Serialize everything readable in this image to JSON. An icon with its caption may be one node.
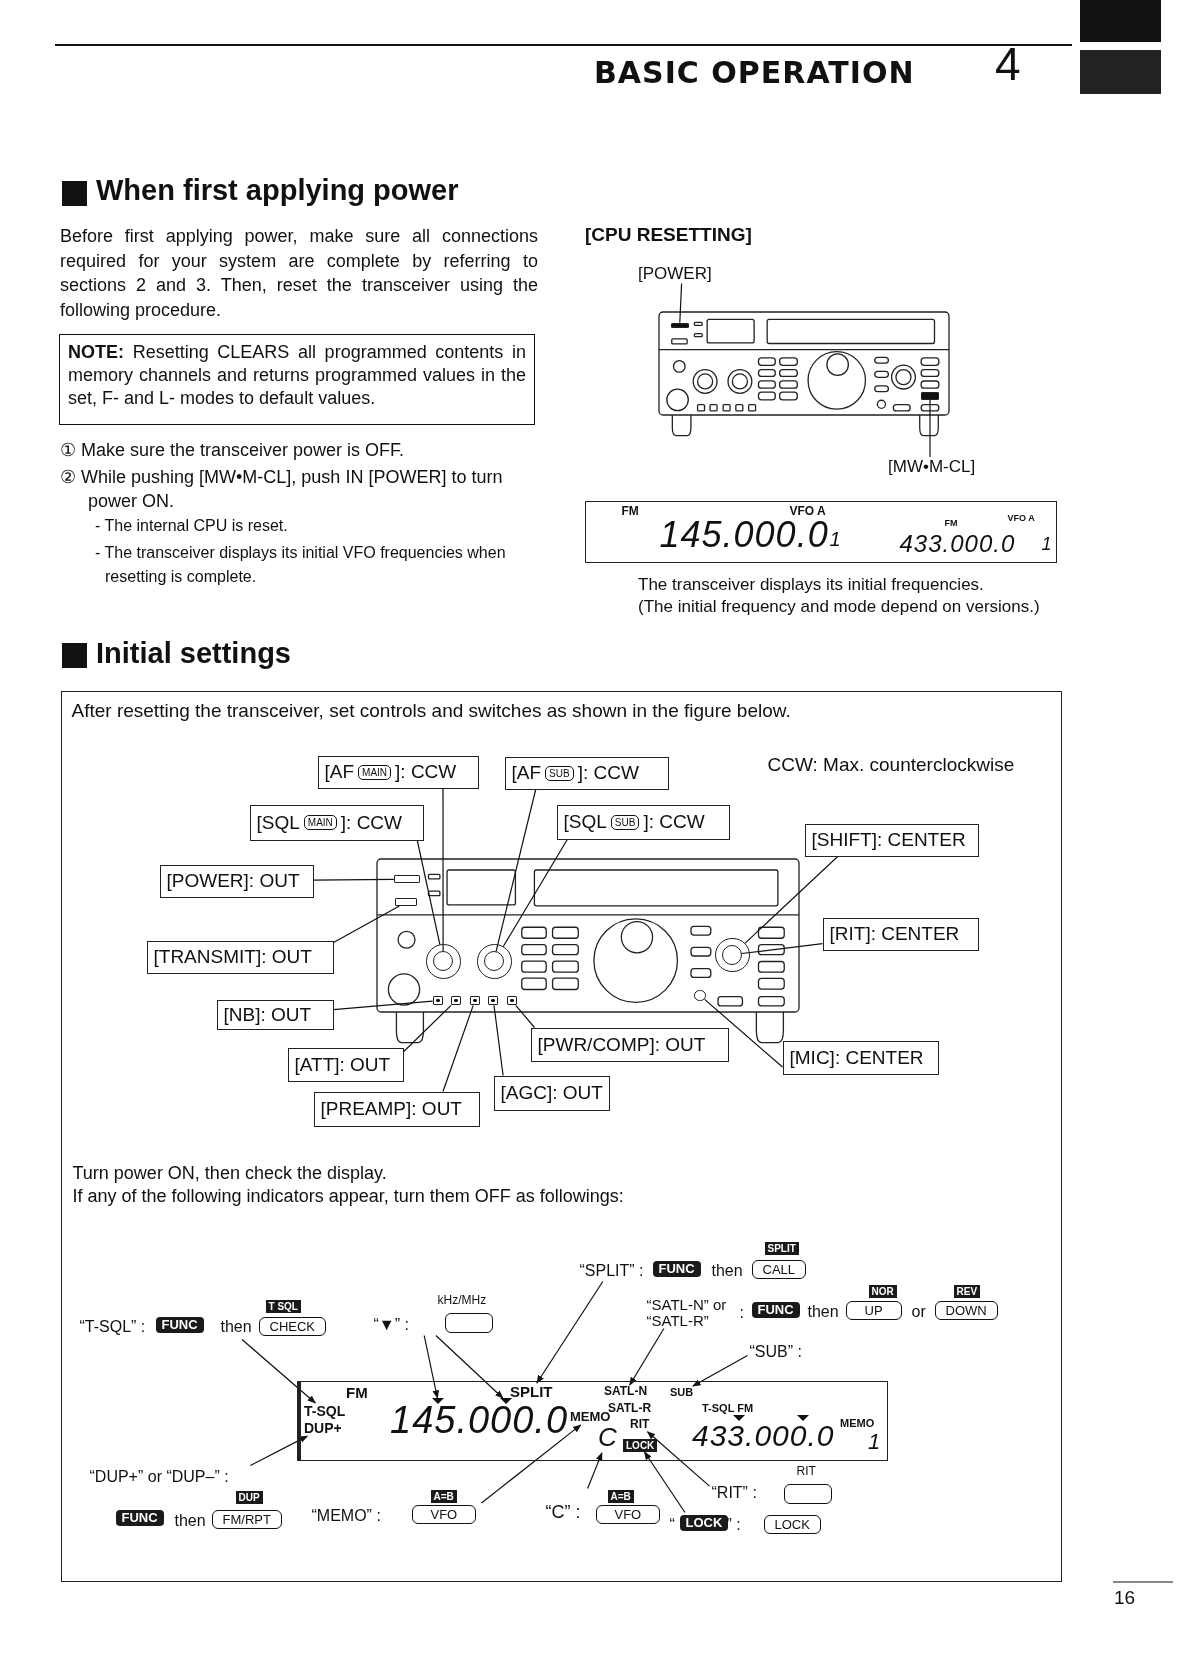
{
  "diagram": {
    "title": "BASIC OPERATION",
    "nodes": [
      {
        "text": [
          "**NOTE:** Resetting CLEARS all programmed contents in memory channels and returns programmed values in the set, F- and L- modes to default values."
        ]
      },
      {
        "text": [
          "[POWER]"
        ]
      },
      {
        "text": [],
        "shape": "box"
      },
      {
        "text": [],
        "shape": "box"
      },
      {
        "text": [
          "[MW•M-CL]"
        ]
      },
      {
        "text": [
          "FM",
          "VFO A",
          "145.000.0",
          "1",
          "FM",
          "VFO A",
          "433.000.0",
          "1"
        ]
      },
      {
        "text": [
          "After resetting the transceiver, set controls and switches as shown in the figure below.",
          "CCW: Max. counterclockwise",
          "Turn power ON, then check the display.",
          "If any of the following indicators appear, turn them OFF as followings:"
        ]
      },
      {
        "text": [
          "[AF",
          "MAIN",
          "]: CCW"
        ],
        "in": 6
      },
      {
        "text": [
          "[AF",
          "SUB",
          "]: CCW"
        ],
        "in": 6
      },
      {
        "text": [
          "[SQL",
          "MAIN",
          "]: CCW"
        ],
        "in": 6
      },
      {
        "text": [
          "[SQL",
          "SUB",
          "]: CCW"
        ],
        "in": 6
      },
      {
        "text": [
          "[SHIFT]: CENTER"
        ],
        "in": 6
      },
      {
        "text": [
          "[POWER]: OUT"
        ],
        "in": 6
      },
      {
        "text": [
          "[RIT]: CENTER"
        ],
        "in": 6
      },
      {
        "text": [
          "[TRANSMIT]: OUT"
        ],
        "in": 6
      },
      {
        "text": [
          "[NB]: OUT"
        ],
        "in": 6
      },
      {
        "text": [
          "[PWR/COMP]: OUT"
        ],
        "in": 6
      },
      {
        "text": [
          "[MIC]: CENTER"
        ],
        "in": 6
      },
      {
        "text": [
          "[ATT]: OUT"
        ],
        "in": 6
      },
      {
        "text": [
          "[AGC]: OUT"
        ],
        "in": 6
      },
      {
        "text": [
          "[PREAMP]: OUT"
        ],
        "in": 6
      },
      {
        "text": [],
        "shape": "box",
        "in": 6
      },
      {
        "text": [],
        "shape": "box",
        "in": 6
      },
      {
        "text": [],
        "shape": "circle",
        "in": 6
      },
      {
        "text": [],
        "shape": "circle",
        "in": 23
      },
      {
        "text": [],
        "shape": "circle",
        "in": 6
      },
      {
        "text": [],
        "shape": "circle",
        "in": 25
      },
      {
        "text": [],
        "shape": "circle",
        "in": 6
      },
      {
        "text": [],
        "shape": "circle",
        "in": 27
      },
      {
        "text": [],
        "shape": "box",
        "in": 6
      },
      {
        "text": [],
        "shape": "box",
        "in": 6
      },
      {
        "text": [],
        "shape": "box",
        "in": 6
      },
      {
        "text": [],
        "shape": "box",
        "in": 6
      },
      {
        "text": [],
        "shape": "box",
        "in": 6
      },
      {
        "text": [],
        "shape": "circle",
        "in": 6
      },
      {
        "text": [
          "T SQL",
          "“T-SQL” :",
          "FUNC",
          "then",
          "CHECK"
        ],
        "in": 6
      },
      {
        "text": [
          "kHz/MHz",
          "“▼” :"
        ],
        "in": 6
      },
      {
        "text": [
          "SPLIT",
          "“SPLIT” :",
          "FUNC",
          "then",
          "CALL"
        ],
        "in": 6
      },
      {
        "text": [
          "NOR",
          "REV",
          "“SATL-N” or “SATL-R”",
          ":",
          "FUNC",
          "then",
          "UP",
          "or",
          "DOWN"
        ],
        "in": 6
      },
      {
        "text": [
          "“SUB” :"
        ],
        "in": 6
      },
      {
        "text": [
          "FM",
          "145.000.0",
          "SATL-R",
          "T-SQL FM",
          "433.000.0",
          "MEMO",
          "1"
        ],
        "in": 6
      },
      {
        "text": [
          "T-SQL"
        ],
        "in": 40
      },
      {
        "text": [
          "DUP+"
        ],
        "in": 40
      },
      {
        "text": [],
        "shape": "triangle",
        "in": 40
      },
      {
        "text": [],
        "shape": "triangle",
        "in": 40
      },
      {
        "text": [
          "SPLIT"
        ],
        "in": 40
      },
      {
        "text": [
          "SATL-N"
        ],
        "in": 40
      },
      {
        "text": [
          "SUB"
        ],
        "in": 40
      },
      {
        "text": [
          "MEMO"
        ],
        "in": 40
      },
      {
        "text": [
          "RIT"
        ],
        "in": 40
      },
      {
        "text": [
          "C"
        ],
        "in": 40
      },
      {
        "text": [
          "LOCK"
        ],
        "in": 40
      },
      {
        "text": [
          "“DUP+” or “DUP–” :",
          "DUP",
          "FUNC",
          "then",
          "FM/RPT"
        ],
        "in": 6
      },
      {
        "text": [
          "RIT",
          "“RIT” :"
        ],
        "in": 6
      },
      {
        "text": [
          "A=B",
          "“MEMO” :",
          "VFO"
        ],
        "in": 6
      },
      {
        "text": [
          "“C” :",
          "A=B",
          "VFO"
        ],
        "in": 6
      },
      {
        "text": [
          "“",
          "LOCK",
          "” :",
          "LOCK"
        ],
        "in": 6
      }
    ],
    "edges": [
      {
        "from": 1,
        "to": 2,
        "arrow": "none"
      },
      {
        "from": 4,
        "to": 3,
        "arrow": "none"
      },
      {
        "from": 7,
        "to": 24,
        "arrow": "none"
      },
      {
        "from": 8,
        "to": 26,
        "arrow": "none"
      },
      {
        "from": 9,
        "to": 23,
        "arrow": "none"
      },
      {
        "from": 10,
        "to": 25,
        "arrow": "none"
      },
      {
        "from": 11,
        "to": 27,
        "arrow": "none"
      },
      {
        "from": 12,
        "to": 21,
        "arrow": "none"
      },
      {
        "from": 13,
        "to": 28,
        "arrow": "none"
      },
      {
        "from": 14,
        "to": 22,
        "arrow": "none"
      },
      {
        "from": 15,
        "to": 29,
        "arrow": "none"
      },
      {
        "from": 16,
        "to": 33,
        "arrow": "none"
      },
      {
        "from": 17,
        "to": 34,
        "arrow": "none"
      },
      {
        "from": 18,
        "to": 30,
        "arrow": "none"
      },
      {
        "from": 19,
        "to": 32,
        "arrow": "none"
      },
      {
        "from": 20,
        "to": 31,
        "arrow": "none"
      },
      {
        "from": 35,
        "to": 41,
        "arrow": "to"
      },
      {
        "from": 36,
        "to": 43,
        "arrow": "to"
      },
      {
        "from": 36,
        "to": 44,
        "arrow": "to"
      },
      {
        "from": 37,
        "to": 45,
        "arrow": "to"
      },
      {
        "from": 38,
        "to": 46,
        "arrow": "to"
      },
      {
        "from": 39,
        "to": 47,
        "arrow": "to"
      },
      {
        "from": 52,
        "to": 42,
        "arrow": "to"
      },
      {
        "from": 54,
        "to": 48,
        "arrow": "to"
      },
      {
        "from": 55,
        "to": 50,
        "arrow": "to"
      },
      {
        "from": 53,
        "to": 49,
        "arrow": "to"
      },
      {
        "from": 56,
        "to": 51,
        "arrow": "to"
      }
    ],
    "labels": [
      "4",
      "When first applying power",
      "Before first applying power, make sure all connections required for your system are complete by referring to sections 2 and 3. Then, reset the transceiver using the following procedure.",
      "① Make sure the transceiver power is OFF.",
      "② While pushing [MW•M-CL], push IN [POWER] to turn power ON.",
      "- The internal CPU is reset.",
      "- The transceiver displays its initial VFO frequencies when resetting is complete.",
      "[CPU RESETTING]",
      "The transceiver displays its initial frequencies.",
      "(The initial frequency and mode depend on versions.)",
      "Initial settings",
      "16"
    ]
  }
}
